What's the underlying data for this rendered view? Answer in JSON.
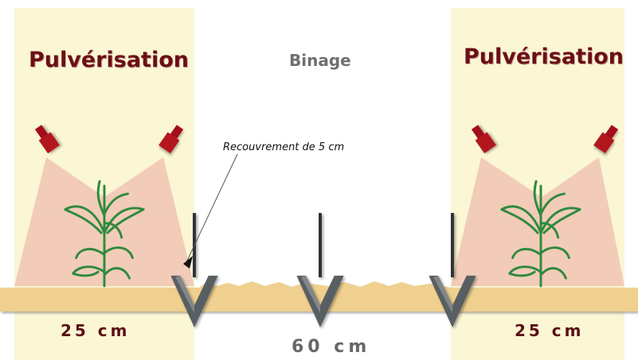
{
  "labels": {
    "left_zone": "Pulvérisation",
    "center_zone": "Binage",
    "right_zone": "Pulvérisation",
    "overlap_note": "Recouvrement de 5 cm",
    "left_width": "25 cm",
    "center_width": "60 cm",
    "right_width": "25 cm"
  },
  "colors": {
    "spray_band": "#fbf6d3",
    "spray_cone": "#f1c9b6",
    "soil": "#efd08e",
    "nozzle": "#a3101c",
    "plant": "#2f8a3e",
    "hoe_tine": "#555a5e",
    "title": "#6b0f16"
  },
  "icons": {
    "nozzle": "spray-nozzle-icon",
    "plant": "corn-plant-icon",
    "tine": "hoe-tine-arrow-icon"
  }
}
